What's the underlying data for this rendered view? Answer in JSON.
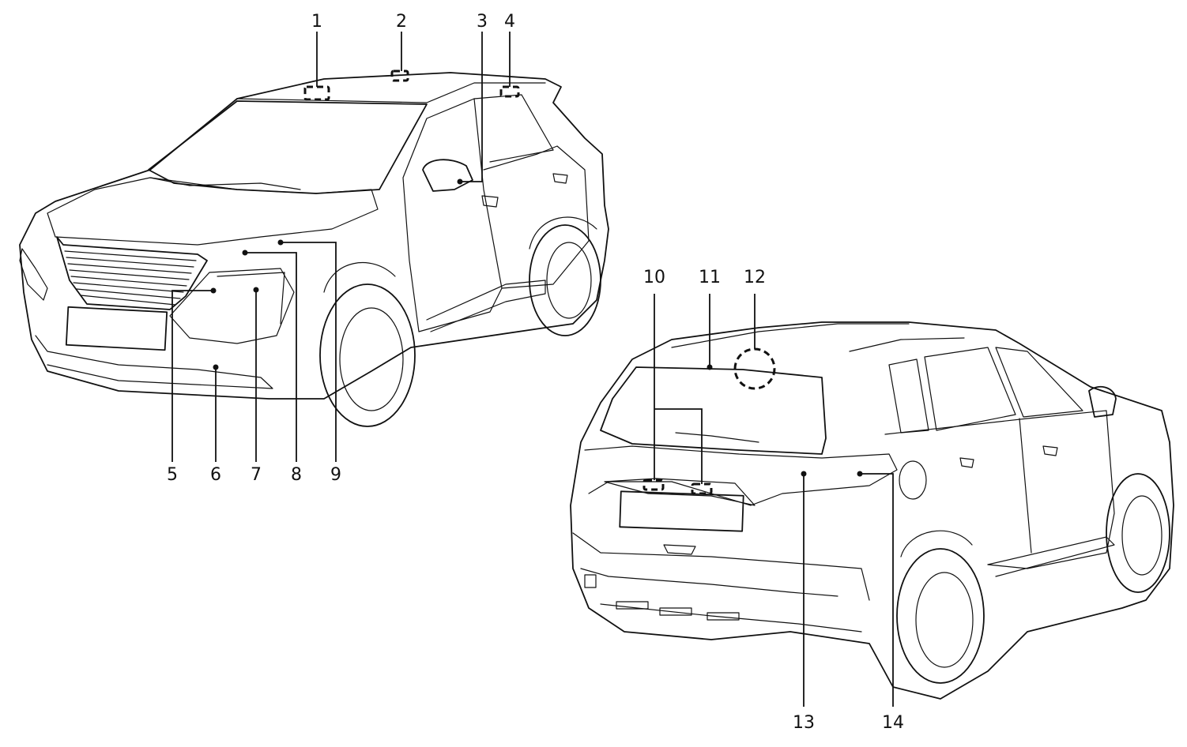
{
  "figure": {
    "front_vehicle": {
      "callouts": [
        "1",
        "2",
        "3",
        "4",
        "5",
        "6",
        "7",
        "8",
        "9"
      ]
    },
    "rear_vehicle": {
      "callouts": [
        "10",
        "11",
        "12",
        "13",
        "14"
      ]
    }
  }
}
